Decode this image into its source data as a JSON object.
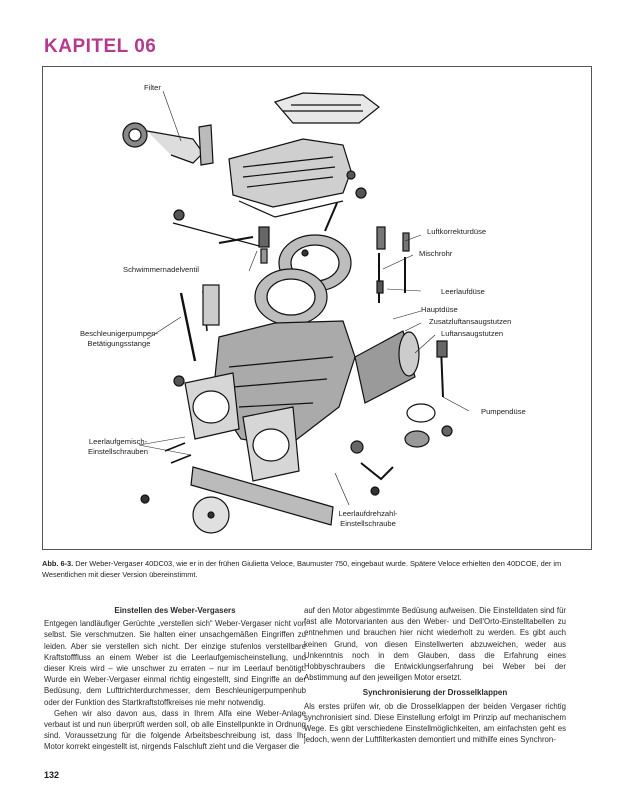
{
  "header": {
    "chapter": "KAPITEL 06"
  },
  "figure": {
    "labels": {
      "filter": "Filter",
      "luftkorrekturduese": "Luftkorrekturdüse",
      "mischrohr": "Mischrohr",
      "schwimmernadelventil": "Schwimmernadelventil",
      "leerlaufduese": "Leerlaufdüse",
      "hauptduese": "Hauptdüse",
      "zusatzluftansaugstutzen": "Zusatzluftansaugstutzen",
      "luftansaugstutzen": "Luftansaugstutzen",
      "beschleuniger_1": "Beschleunigerpumpen-",
      "beschleuniger_2": "Betätigungsstange",
      "pumpenduese": "Pumpendüse",
      "leerlaufgemisch_1": "Leerlaufgemisch-",
      "leerlaufgemisch_2": "Einstellschrauben",
      "leerlaufdrehzahl_1": "Leerlaufdrehzahl-",
      "leerlaufdrehzahl_2": "Einstellschraube"
    },
    "caption_label": "Abb. 6-3.",
    "caption_text": "Der Weber-Vergaser 40DC03, wie er in der frühen Giulietta Veloce, Baumuster 750, eingebaut wurde. Spätere Veloce erhielten den 40DCOE, der im Wesentlichen mit dieser Version übereinstimmt."
  },
  "left_column": {
    "heading": "Einstellen des Weber-Vergasers",
    "p1": "Entgegen landläufiger Gerüchte „verstellen sich“ Weber-Vergaser nicht von selbst. Sie verschmutzen. Sie halten einer unsachgemäßen Eingriffen zu leiden. Aber sie verstellen sich nicht. Der einzige stufenlos verstellbare Kraftstofffluss an einem Weber ist die Leerlaufgemischeinstellung, und dieser Kreis wird – wie unschwer zu erraten – nur im Leerlauf benötigt. Wurde ein Weber-Vergaser einmal richtig eingestellt, sind Eingriffe an der Bedüsung, dem Lufttrichterdurchmesser, dem Beschleunigerpumpenhub oder der Funktion des Startkraftstoffkreises nie mehr notwendig.",
    "p2": "Gehen wir also davon aus, dass in Ihrem Alfa eine Weber-Anlage verbaut ist und nun überprüft werden soll, ob alle Einstellpunkte in Ordnung sind. Voraussetzung für die folgende Arbeitsbeschreibung ist, dass Ihr Motor korrekt eingestellt ist, nirgends Falschluft zieht und die Vergaser die"
  },
  "right_column": {
    "p1": "auf den Motor abgestimmte Bedüsung aufweisen. Die Einstelldaten sind für fast alle Motorvarianten aus den Weber- und Dell'Orto-Einstelltabellen zu entnehmen und brauchen hier nicht wiederholt zu werden. Es gibt auch keinen Grund, von diesen Einstellwerten abzuweichen, weder aus Unkenntnis noch in dem Glauben, dass die Erfahrung eines Hobbyschraubers die Entwicklungserfahrung bei Weber bei der Abstimmung auf den jeweiligen Motor ersetzt.",
    "heading": "Synchronisierung der Drosselklappen",
    "p2": "Als erstes prüfen wir, ob die Drosselklappen der beiden Vergaser richtig synchronisiert sind. Diese Einstellung erfolgt im Prinzip auf mechanischem Wege. Es gibt verschiedene Einstellmöglichkeiten, am einfachsten geht es jedoch, wenn der Luftfilterkasten demontiert und mithilfe eines Synchron-"
  },
  "footer": {
    "page_number": "132"
  }
}
